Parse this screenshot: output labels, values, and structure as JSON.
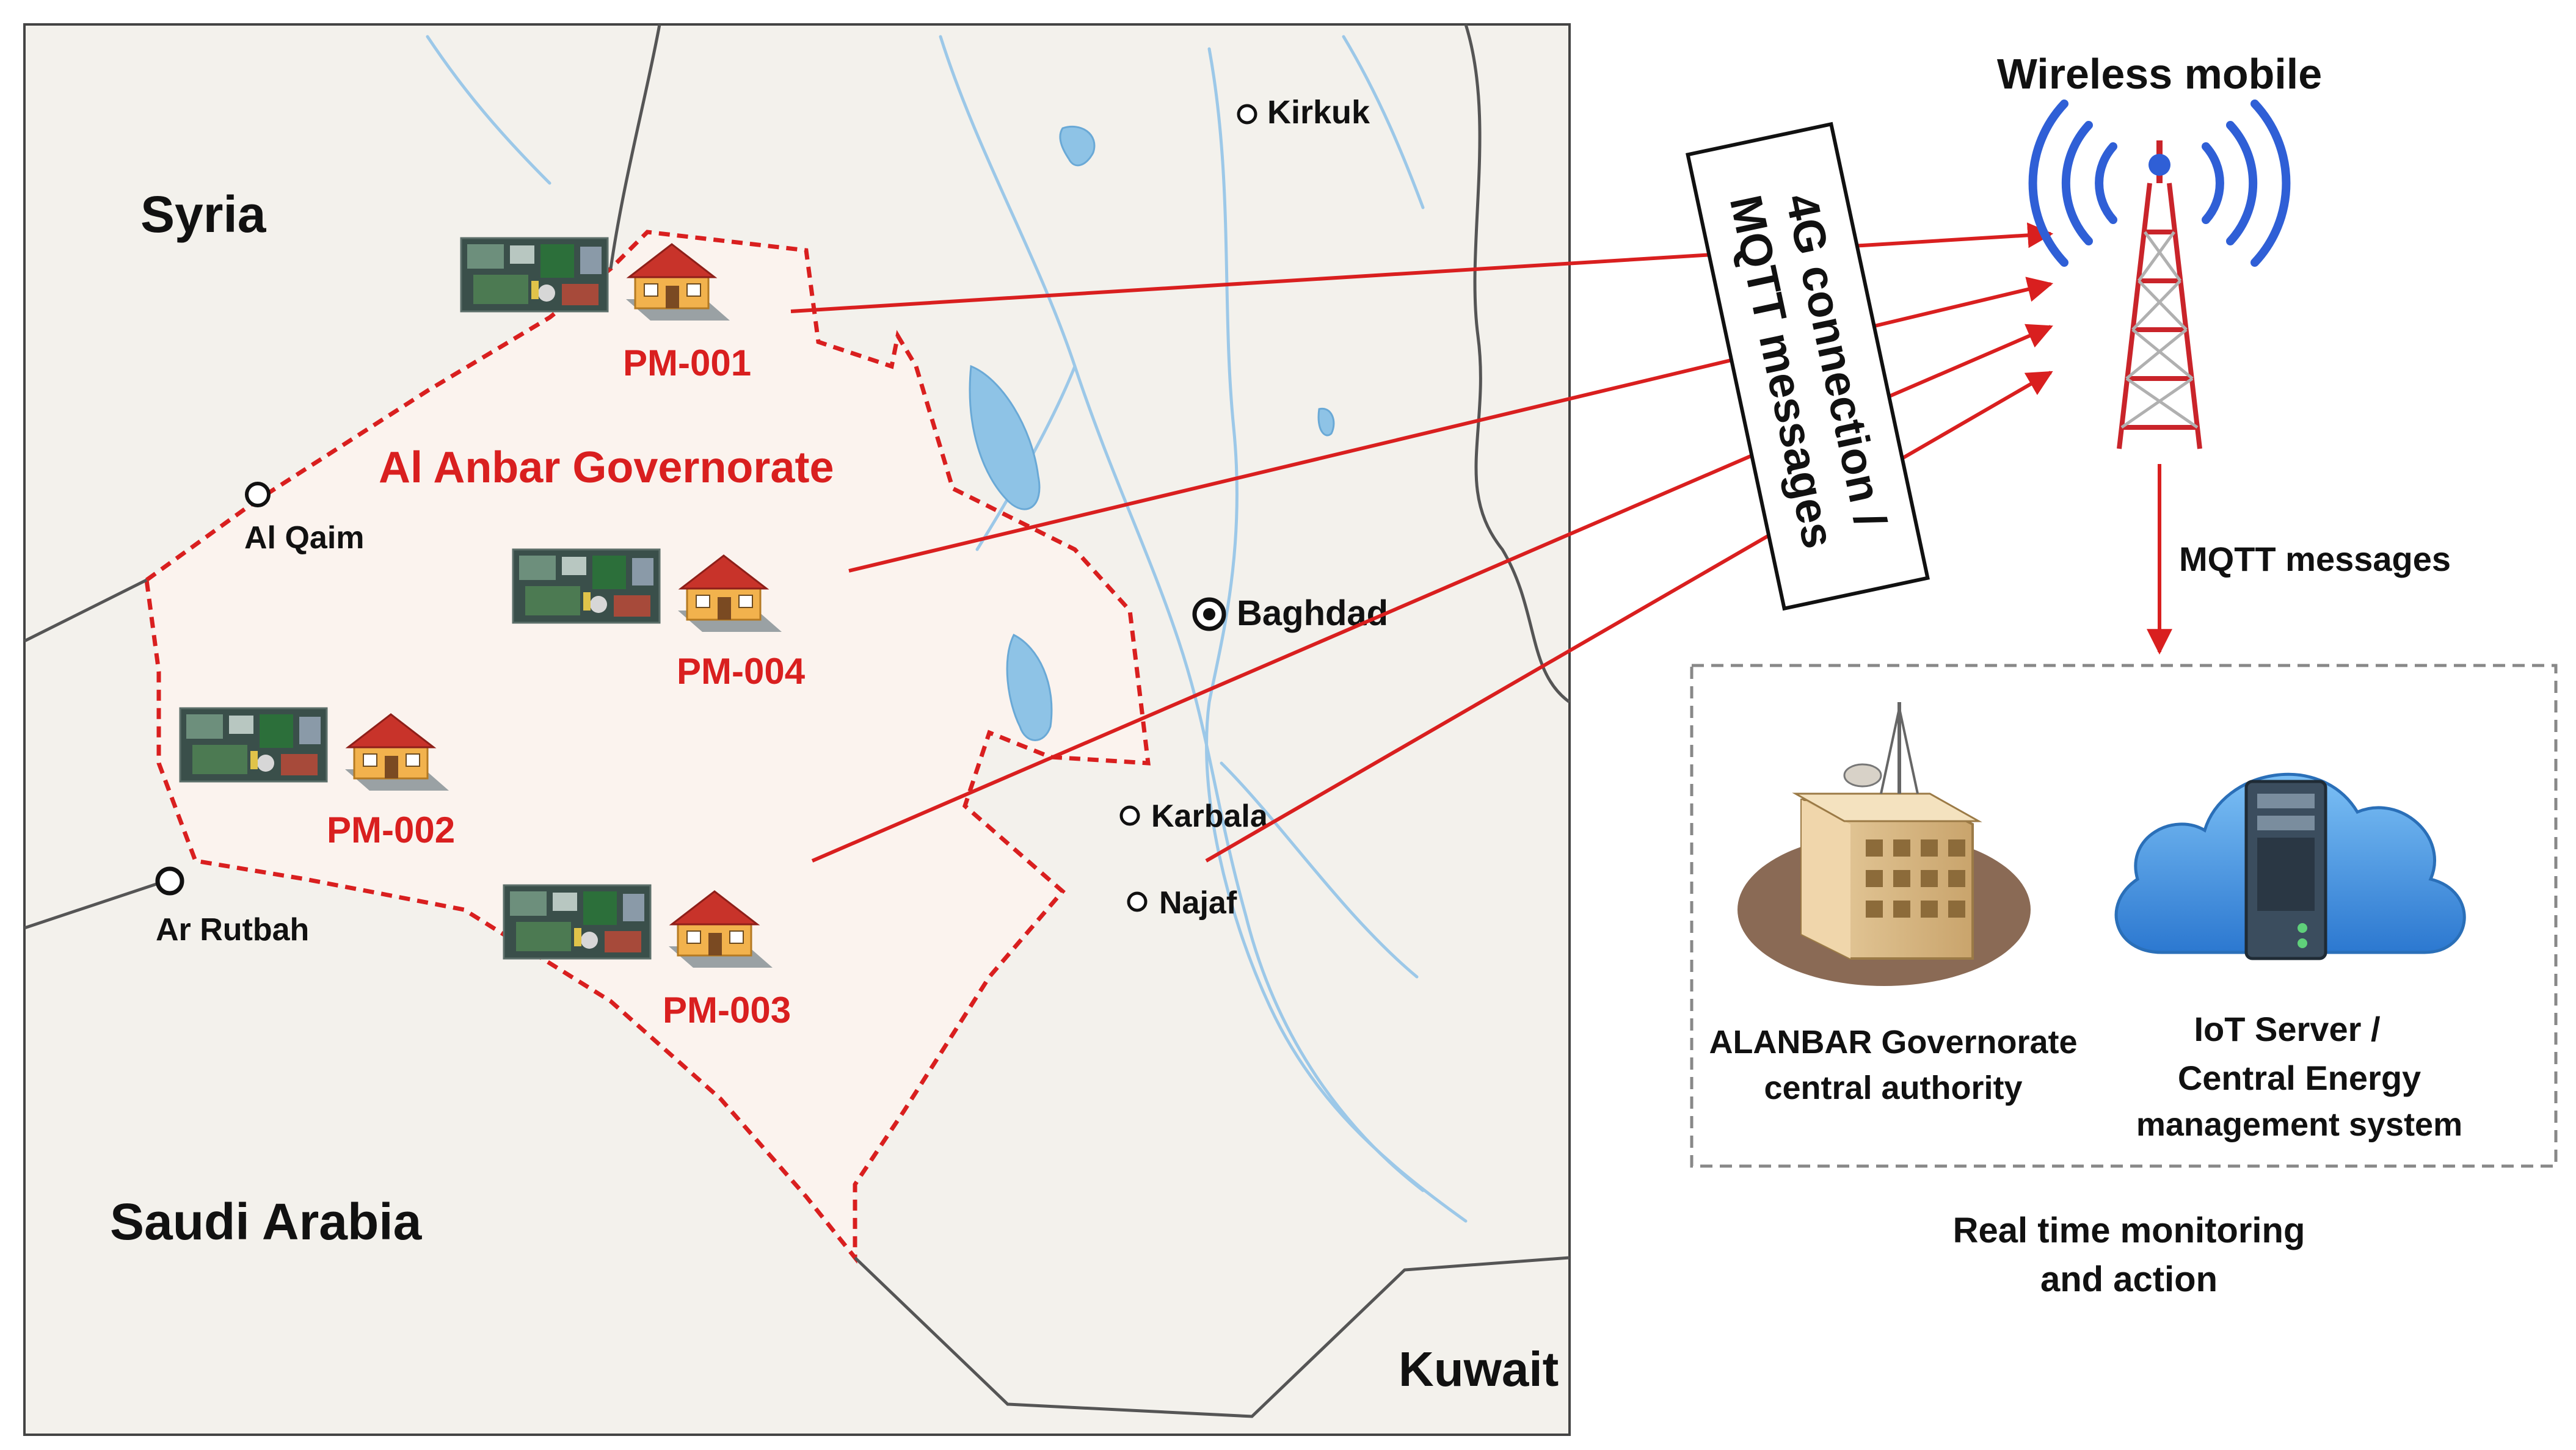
{
  "map": {
    "countries": {
      "syria": "Syria",
      "saudi_arabia": "Saudi Arabia",
      "kuwait": "Kuwait"
    },
    "region_label": "Al Anbar Governorate",
    "cities": {
      "kirkuk": "Kirkuk",
      "al_qaim": "Al Qaim",
      "baghdad": "Baghdad",
      "ar_rutbah": "Ar Rutbah",
      "karbala": "Karbala",
      "najaf": "Najaf"
    },
    "sites": [
      "PM-001",
      "PM-004",
      "PM-002",
      "PM-003"
    ]
  },
  "network": {
    "tower_title": "Wireless mobile",
    "link_label_line1": "4G connection /",
    "link_label_line2": "MQTT messages",
    "downlink_label": "MQTT messages"
  },
  "system": {
    "authority_line1": "ALANBAR Governorate",
    "authority_line2": "central authority",
    "server_line1": "IoT Server /",
    "server_line2": "Central Energy",
    "server_line3": "management system",
    "caption_line1": "Real time monitoring",
    "caption_line2": "and action"
  },
  "colors": {
    "accent_red": "#d91f1f",
    "map_background": "#f3f1ec",
    "water_blue": "#8ec3e6",
    "signal_blue": "#2f5fd6",
    "cloud_blue": "#3d8fe0"
  }
}
